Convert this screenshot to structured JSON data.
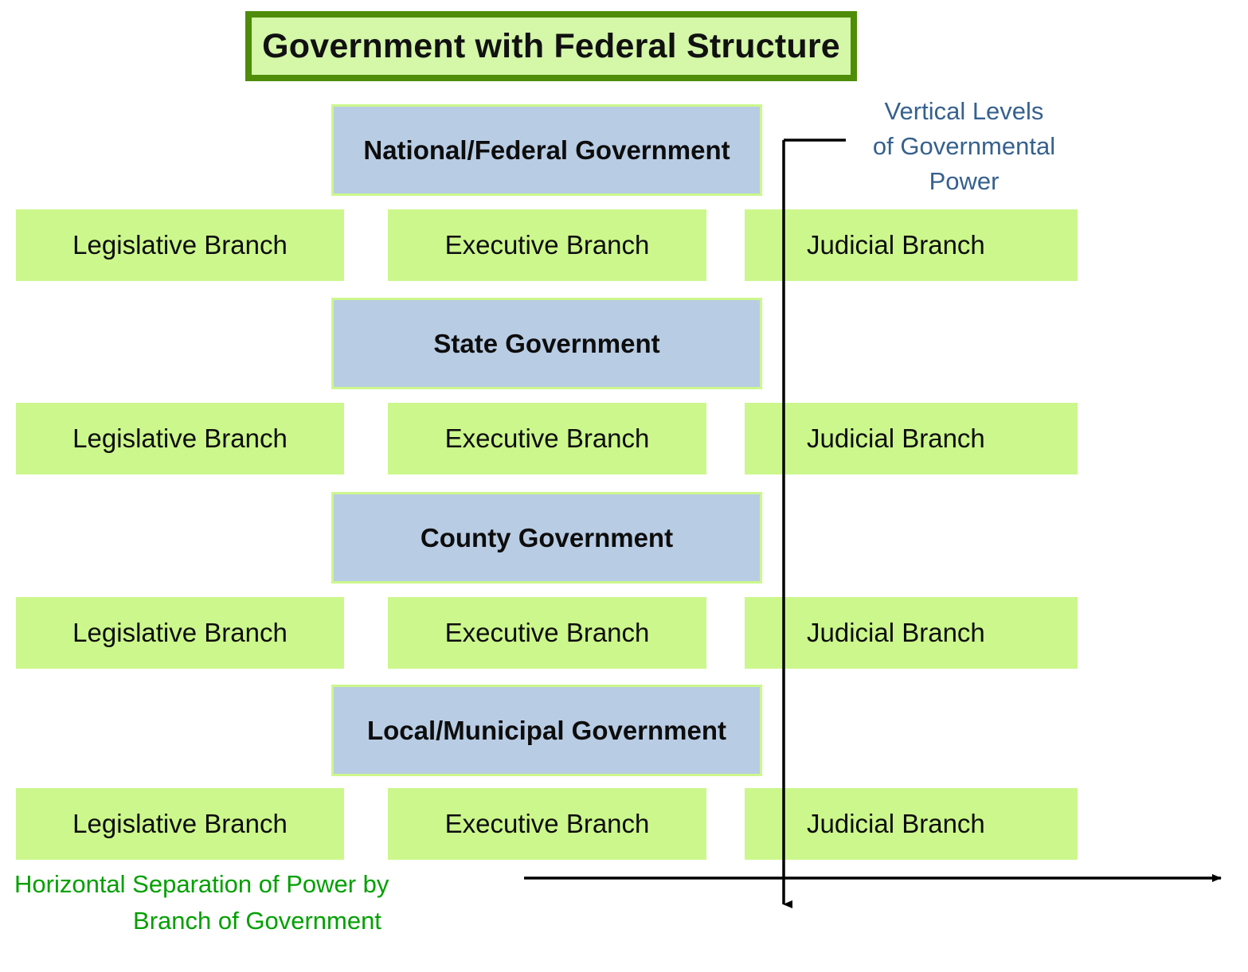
{
  "title": {
    "text": "Government with Federal Structure",
    "fill_color": "#D4F7A8",
    "border_color": "#4E8C0A"
  },
  "levels": [
    {
      "label": "National/Federal Government"
    },
    {
      "label": "State Government"
    },
    {
      "label": "County Government"
    },
    {
      "label": "Local/Municipal Government"
    }
  ],
  "branch_rows": [
    {
      "legislative": "Legislative Branch",
      "executive": "Executive Branch",
      "judicial": "Judicial Branch"
    },
    {
      "legislative": "Legislative Branch",
      "executive": "Executive Branch",
      "judicial": "Judicial Branch"
    },
    {
      "legislative": "Legislative Branch",
      "executive": "Executive Branch",
      "judicial": "Judicial Branch"
    },
    {
      "legislative": "Legislative Branch",
      "executive": "Executive Branch",
      "judicial": "Judicial Branch"
    }
  ],
  "annotations": {
    "vertical": {
      "line1": "Vertical Levels",
      "line2": "of Governmental",
      "line3": "Power",
      "color": "#36618E"
    },
    "horizontal": {
      "line1": "Horizontal Separation of Power by",
      "line2": "Branch of Government",
      "color": "#00A000"
    }
  },
  "colors": {
    "level_box_fill": "#B8CCE4",
    "branch_box_fill": "#CCF78C",
    "axis_line": "#000000",
    "text": "#0D0D0D"
  }
}
